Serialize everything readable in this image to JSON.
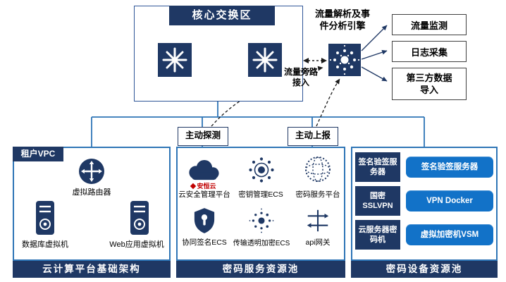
{
  "colors": {
    "navy": "#1F3864",
    "panel_border": "#2E75B6",
    "button_blue": "#1272C8",
    "logo_red": "#C00000"
  },
  "core_switch": {
    "title": "核心交换区"
  },
  "analysis_engine": {
    "label": "流量解析及事件分析引擎",
    "bypass_label": "流量旁路接入",
    "outputs": [
      "流量监测",
      "日志采集",
      "第三方数据导入"
    ]
  },
  "probes": {
    "detect": "主动探测",
    "report": "主动上报"
  },
  "tenant_vpc": {
    "tab": "租户VPC",
    "router_label": "虚拟路由器",
    "vm_db_label": "数据库虚拟机",
    "vm_web_label": "Web应用虚拟机",
    "footer": "云计算平台基础架构"
  },
  "crypto_service_pool": {
    "vendor_logo": "安恒云",
    "items": [
      "云安全管理平台",
      "密钥管理ECS",
      "密码服务平台",
      "协同签名ECS",
      "传输透明加密ECS",
      "api网关"
    ],
    "footer": "密码服务资源池"
  },
  "crypto_device_pool": {
    "rows": [
      {
        "device": "签名验签服务器",
        "service": "签名验签服务器"
      },
      {
        "device": "国密SSLVPN",
        "service": "VPN Docker"
      },
      {
        "device": "云服务器密码机",
        "service": "虚拟加密机VSM"
      }
    ],
    "footer": "密码设备资源池"
  }
}
